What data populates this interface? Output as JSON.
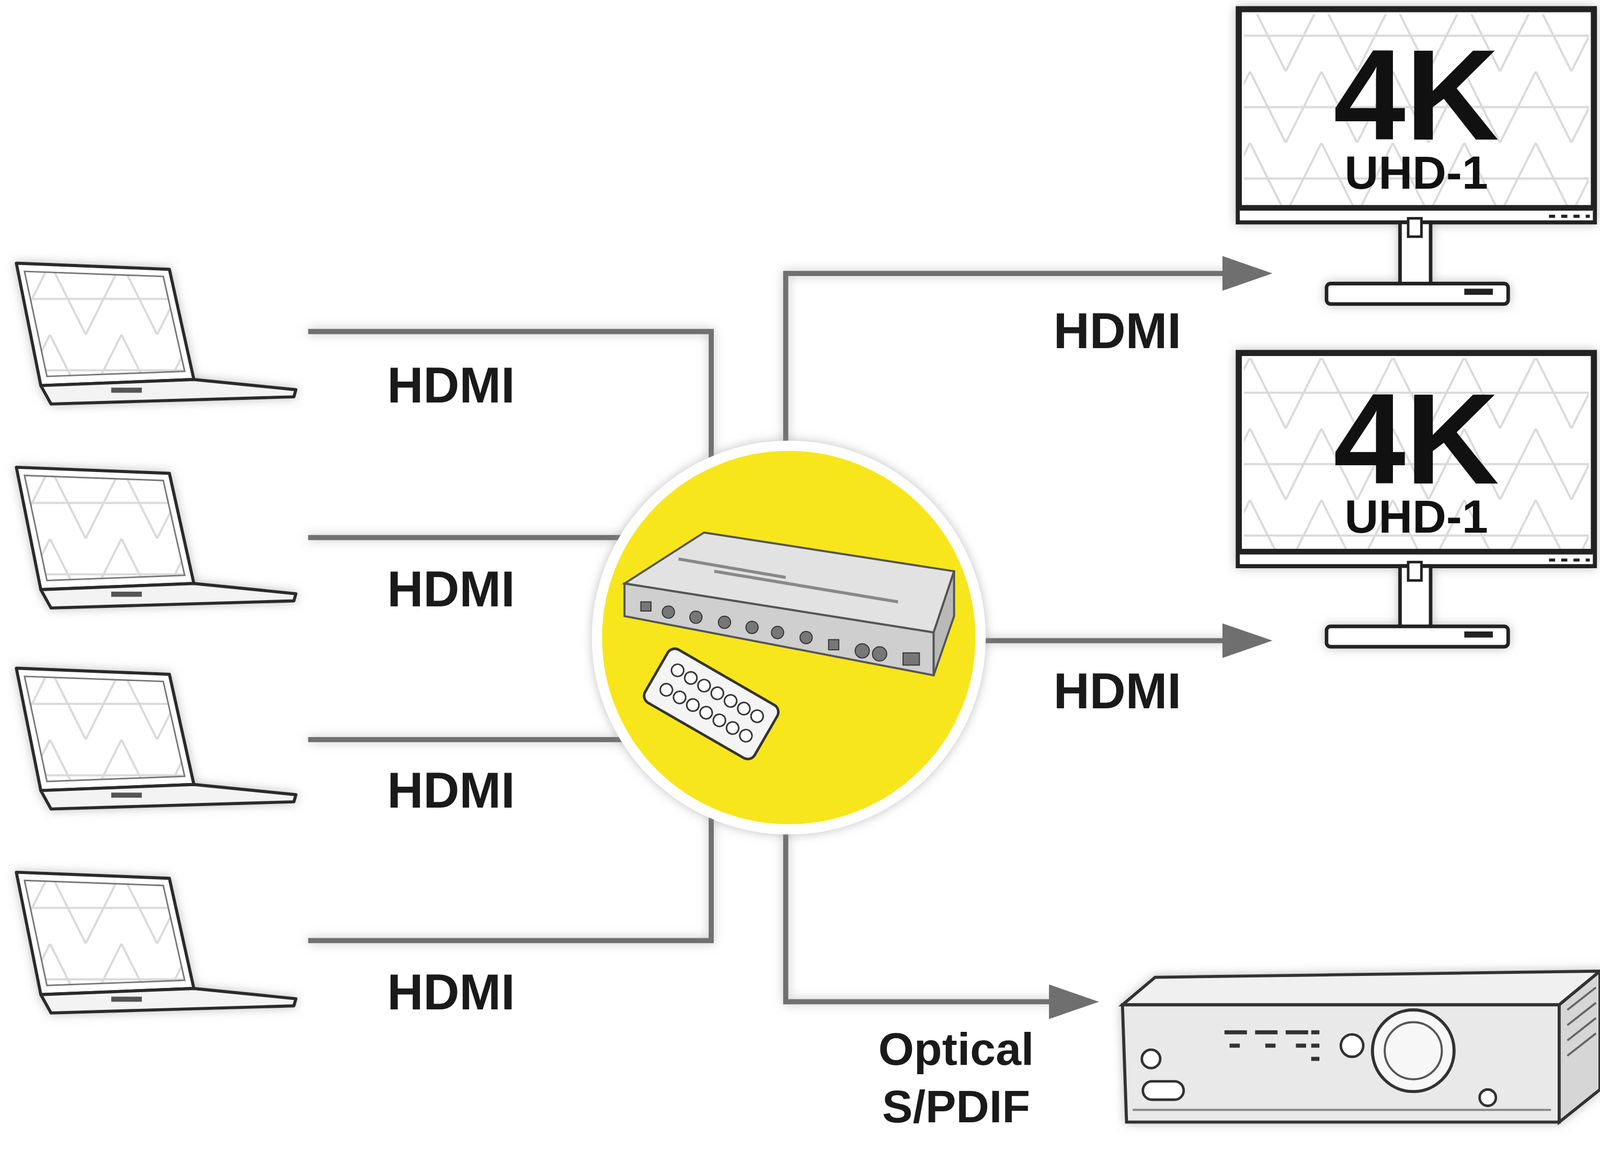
{
  "diagram": {
    "nodes": [
      {
        "text": [
          "4K",
          "UHD-1"
        ]
      },
      {
        "text": [
          "4K",
          "UHD-1"
        ]
      }
    ],
    "labels": [
      "HDMI",
      "HDMI",
      "HDMI",
      "HDMI",
      "HDMI",
      "HDMI",
      "Optical S/PDIF"
    ]
  }
}
